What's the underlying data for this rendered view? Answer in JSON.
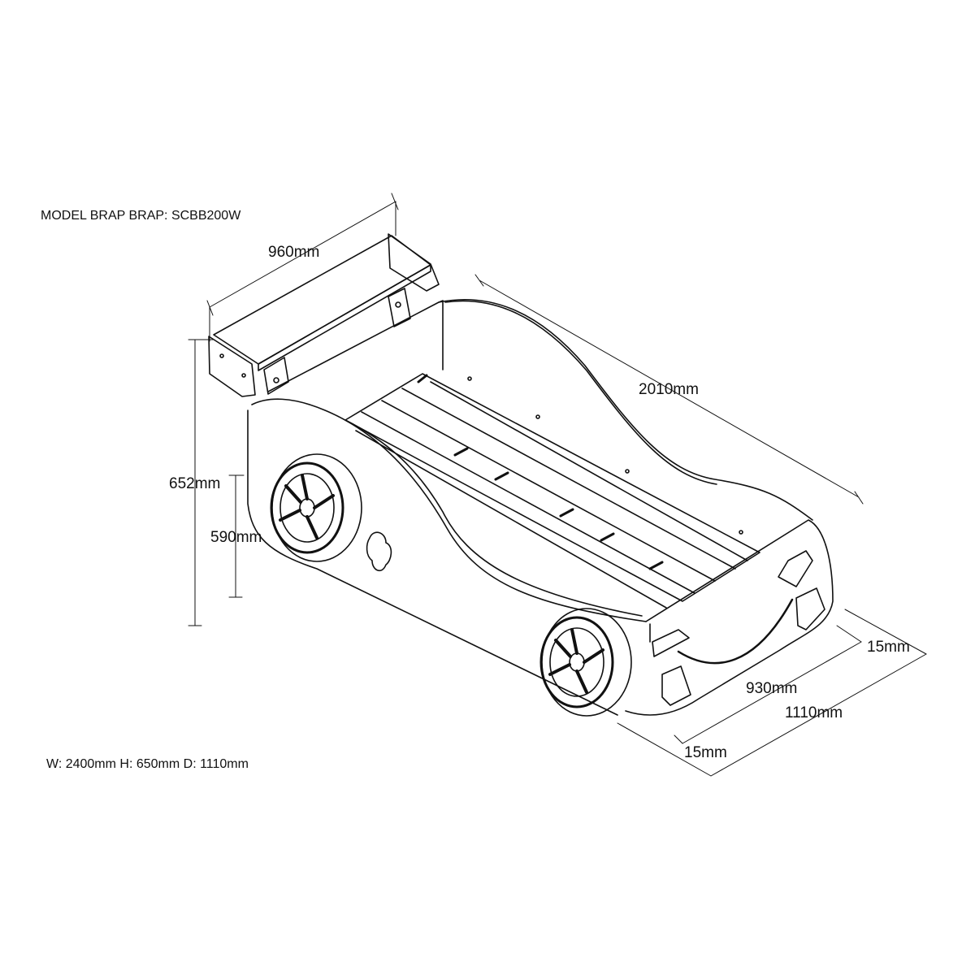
{
  "model_label": "MODEL BRAP BRAP: SCBB200W",
  "overall_dimensions": "W: 2400mm H: 650mm D: 1110mm",
  "dimensions": {
    "spoiler_width": "960mm",
    "length": "2010mm",
    "total_height": "652mm",
    "side_height": "590mm",
    "front_offset_right": "15mm",
    "inner_width": "930mm",
    "outer_width": "1110mm",
    "front_offset_left": "15mm"
  },
  "colors": {
    "line": "#111111",
    "background": "#ffffff"
  }
}
